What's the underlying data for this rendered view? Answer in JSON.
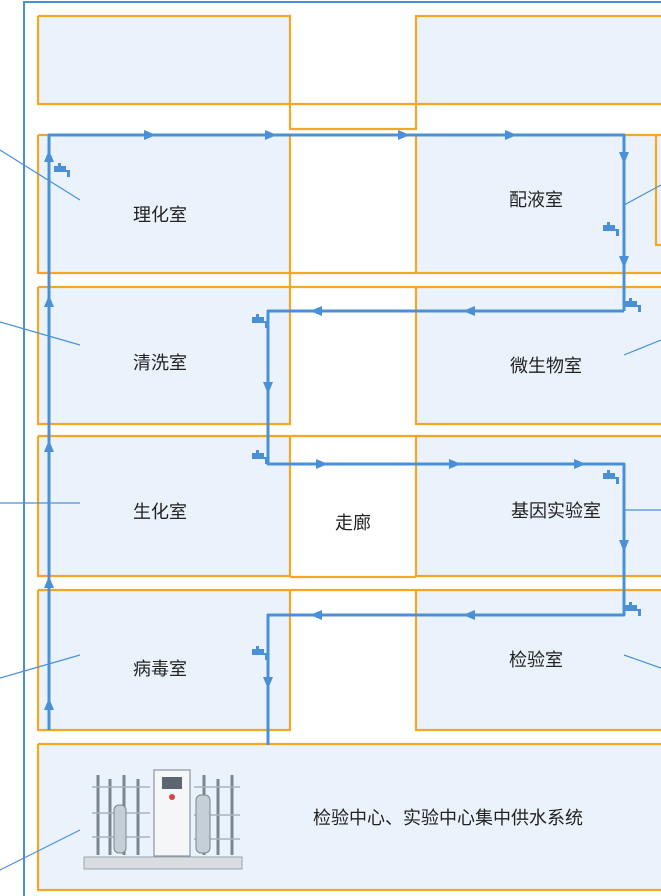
{
  "rooms": {
    "lihua": "理化室",
    "peiye": "配液室",
    "qingxi": "清洗室",
    "weishengwu": "微生物室",
    "shenghua": "生化室",
    "zoulang": "走廊",
    "jiyin": "基因实验室",
    "bingdu": "病毒室",
    "jianyan": "检验室"
  },
  "system_label": "检验中心、实验中心集中供水系统",
  "colors": {
    "pipe": "#4a90d9",
    "wall": "#f5a623",
    "room_fill": "#eaf3fb"
  },
  "icons": [
    "faucet-icon",
    "arrow-icon",
    "water-purification-equipment"
  ]
}
